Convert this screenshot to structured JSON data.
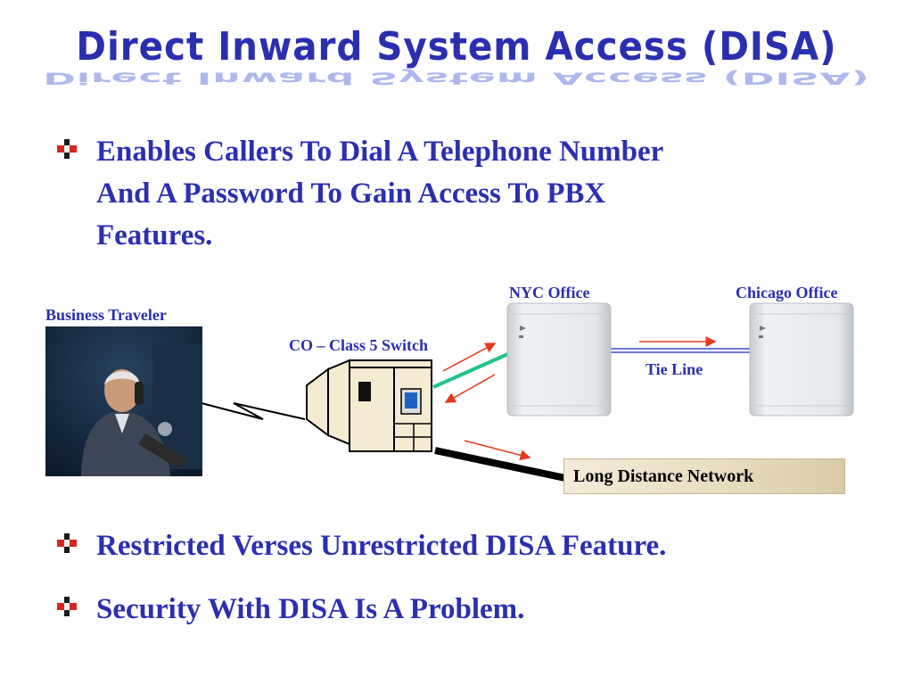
{
  "title": "Direct Inward System Access (DISA)",
  "bullets": [
    {
      "text": "Enables Callers To Dial A Telephone Number And A Password To Gain Access To PBX Features."
    },
    {
      "text": "Restricted Verses Unrestricted DISA Feature."
    },
    {
      "text": "Security With DISA Is A Problem."
    }
  ],
  "bullet_first_lines": [
    "Enables Callers To Dial A Telephone Number",
    "And A Password To Gain Access To PBX",
    "Features."
  ],
  "diagram": {
    "business_traveler": "Business Traveler",
    "co_switch": "CO – Class 5 Switch",
    "nyc_office": "NYC Office",
    "chicago_office": "Chicago Office",
    "tie_line": "Tie Line",
    "long_distance_network": "Long Distance Network"
  },
  "colors": {
    "title": "#2a2fb0",
    "text": "#2b2fb0",
    "arrow": "#e23a1a",
    "tie_line": "#3a4fd0",
    "co_link": "#1fc48a"
  }
}
